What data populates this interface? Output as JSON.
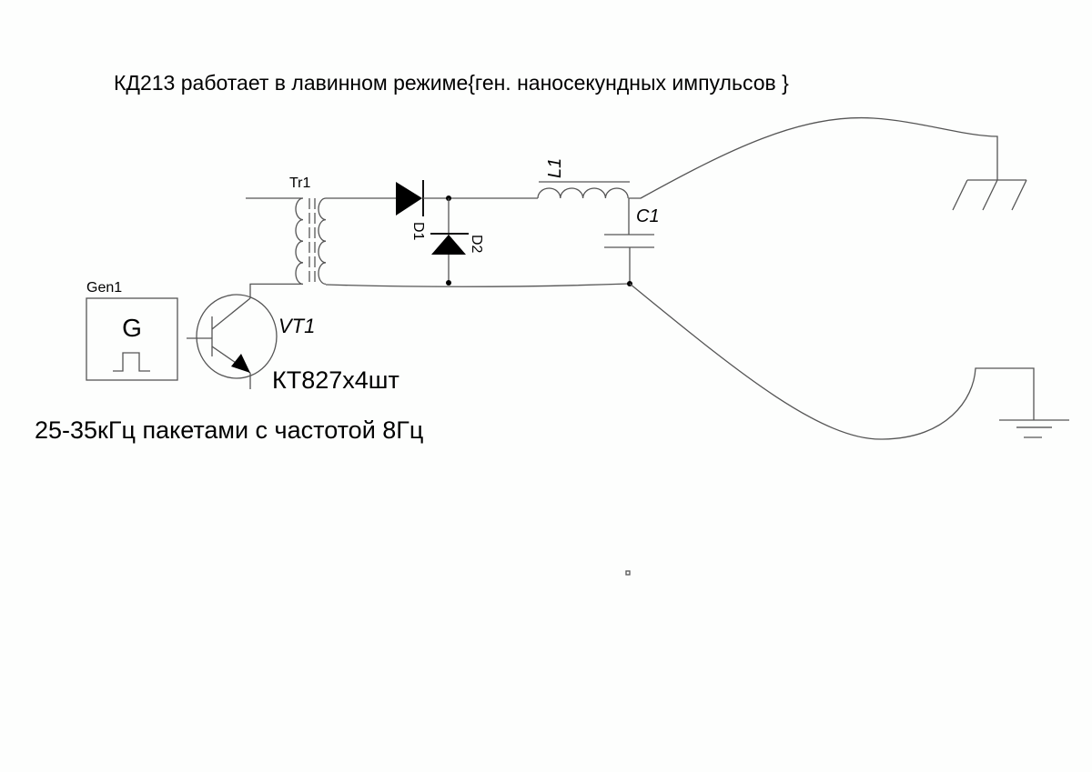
{
  "title": "КД213 работает в лавинном режиме{ген. наносекундных импульсов }",
  "components": {
    "transformer": "Tr1",
    "generator": "Gen1",
    "generator_symbol": "G",
    "transistor": "VT1",
    "transistor_part": "КТ827х4шт",
    "diode1": "D1",
    "diode2": "D2",
    "inductor": "L1",
    "capacitor": "C1"
  },
  "note": "25-35кГц пакетами с частотой 8Гц"
}
